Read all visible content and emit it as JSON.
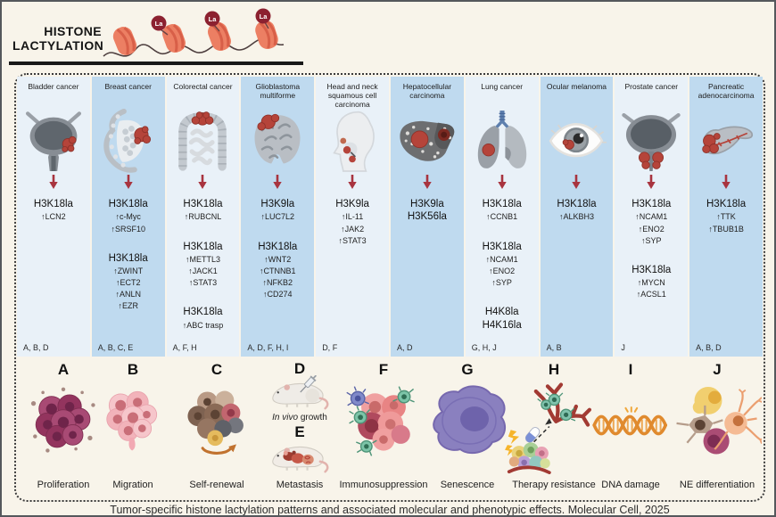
{
  "header": {
    "title_line1": "HISTONE",
    "title_line2": "LACTYLATION",
    "la_label": "La"
  },
  "colors": {
    "background": "#f8f4ea",
    "column_light": "#e9f1f8",
    "column_dark": "#bfdaef",
    "accent_red": "#a8343f",
    "tumor_red": "#b5443a",
    "nucleosome_coral": "#ec7f63",
    "la_circle": "#8c2130"
  },
  "cancers": [
    {
      "name": "Bladder cancer",
      "organ_icon": "bladder-icon",
      "groups": [
        {
          "marks": [
            "H3K18la"
          ],
          "genes": [
            "↑LCN2"
          ]
        }
      ],
      "letters": "A, B, D"
    },
    {
      "name": "Breast cancer",
      "organ_icon": "breast-icon",
      "groups": [
        {
          "marks": [
            "H3K18la"
          ],
          "genes": [
            "↑c-Myc",
            "↑SRSF10"
          ]
        },
        {
          "marks": [
            "H3K18la"
          ],
          "genes": [
            "↑ZWINT",
            "↑ECT2",
            "↑ANLN",
            "↑EZR"
          ]
        }
      ],
      "letters": "A, B, C, E"
    },
    {
      "name": "Colorectal cancer",
      "organ_icon": "colon-icon",
      "groups": [
        {
          "marks": [
            "H3K18la"
          ],
          "genes": [
            "↑RUBCNL"
          ]
        },
        {
          "marks": [
            "H3K18la"
          ],
          "genes": [
            "↑METTL3",
            "↑JACK1",
            "↑STAT3"
          ]
        },
        {
          "marks": [
            "H3K18la"
          ],
          "genes": [
            "↑ABC trasp"
          ]
        }
      ],
      "letters": "A, F, H"
    },
    {
      "name": "Glioblastoma multiforme",
      "organ_icon": "brain-icon",
      "groups": [
        {
          "marks": [
            "H3K9la"
          ],
          "genes": [
            "↑LUC7L2"
          ]
        },
        {
          "marks": [
            "H3K18la"
          ],
          "genes": [
            "↑WNT2",
            "↑CTNNB1",
            "↑NFKB2",
            "↑CD274"
          ]
        }
      ],
      "letters": "A, D, F, H, I"
    },
    {
      "name": "Head and neck squamous cell carcinoma",
      "organ_icon": "head-neck-icon",
      "groups": [
        {
          "marks": [
            "H3K9la"
          ],
          "genes": [
            "↑IL-11",
            "↑JAK2",
            "↑STAT3"
          ]
        }
      ],
      "letters": "D, F"
    },
    {
      "name": "Hepatocellular carcinoma",
      "organ_icon": "liver-icon",
      "groups": [
        {
          "marks": [
            "H3K9la",
            "H3K56la"
          ],
          "genes": []
        }
      ],
      "letters": "A, D"
    },
    {
      "name": "Lung cancer",
      "organ_icon": "lungs-icon",
      "groups": [
        {
          "marks": [
            "H3K18la"
          ],
          "genes": [
            "↑CCNB1"
          ]
        },
        {
          "marks": [
            "H3K18la"
          ],
          "genes": [
            "↑NCAM1",
            "↑ENO2",
            "↑SYP"
          ]
        },
        {
          "marks": [
            "H4K8la",
            "H4K16la"
          ],
          "genes": []
        }
      ],
      "letters": "G, H, J"
    },
    {
      "name": "Ocular melanoma",
      "organ_icon": "eye-icon",
      "groups": [
        {
          "marks": [
            "H3K18la"
          ],
          "genes": [
            "↑ALKBH3"
          ]
        }
      ],
      "letters": "A, B"
    },
    {
      "name": "Prostate cancer",
      "organ_icon": "prostate-icon",
      "groups": [
        {
          "marks": [
            "H3K18la"
          ],
          "genes": [
            "↑NCAM1",
            "↑ENO2",
            "↑SYP"
          ]
        },
        {
          "marks": [
            "H3K18la"
          ],
          "genes": [
            "↑MYCN",
            "↑ACSL1"
          ]
        }
      ],
      "letters": "J"
    },
    {
      "name": "Pancreatic adenocarcinoma",
      "organ_icon": "pancreas-icon",
      "groups": [
        {
          "marks": [
            "H3K18la"
          ],
          "genes": [
            "↑TTK",
            "↑TBUB1B"
          ]
        }
      ],
      "letters": "A, B, D"
    }
  ],
  "phenotypes": [
    {
      "letter": "A",
      "label": "Proliferation",
      "icon": "proliferation-cells-icon"
    },
    {
      "letter": "B",
      "label": "Migration",
      "icon": "migration-cells-icon"
    },
    {
      "letter": "C",
      "label": "Self-renewal",
      "icon": "self-renewal-cells-icon"
    },
    {
      "letter": "D",
      "icon": "mouse-syringe-icon",
      "mid_label_italic": "In vivo",
      "mid_label_rest": " growth",
      "letter2": "E",
      "icon2": "mouse-organs-icon",
      "label": "Metastasis"
    },
    {
      "letter": "F",
      "label": "Immunosuppression",
      "icon": "immunosuppression-cells-icon"
    },
    {
      "letter": "G",
      "label": "Senescence",
      "icon": "senescent-cell-icon"
    },
    {
      "letter": "H",
      "label": "Therapy resistance",
      "icon": "therapy-resistance-icon"
    },
    {
      "letter": "I",
      "label": "DNA damage",
      "icon": "dna-helix-icon"
    },
    {
      "letter": "J",
      "label": "NE differentiation",
      "icon": "neuroendocrine-cells-icon"
    }
  ],
  "caption": "Tumor-specific histone lactylation patterns and associated molecular and phenotypic effects. Molecular Cell, 2025"
}
